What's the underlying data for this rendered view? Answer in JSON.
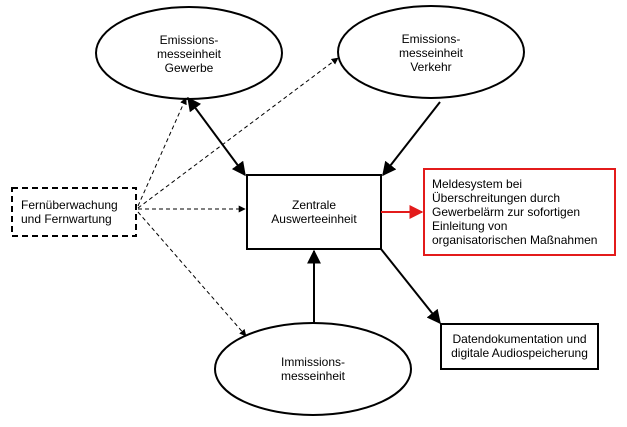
{
  "nodes": {
    "emission_gewerbe": {
      "label": "Emissions-\nmesseinheit\nGewerbe"
    },
    "emission_verkehr": {
      "label": "Emissions-\nmesseinheit\nVerkehr"
    },
    "fernueberwachung": {
      "label": "Fernüberwachung\nund Fernwartung"
    },
    "zentrale": {
      "label": "Zentrale\nAuswerteeinheit"
    },
    "meldesystem": {
      "label": "Meldesystem bei\nÜberschreitungen durch\nGewerbelärm zur sofortigen\nEinleitung von\norganisatorischen Maßnahmen"
    },
    "immission": {
      "label": "Immissions-\nmesseinheit"
    },
    "datendoku": {
      "label": "Datendokumentation und\ndigitale Audiospeicherung"
    }
  },
  "colors": {
    "line": "#000000",
    "alert": "#e31b1b",
    "background": "#ffffff"
  }
}
